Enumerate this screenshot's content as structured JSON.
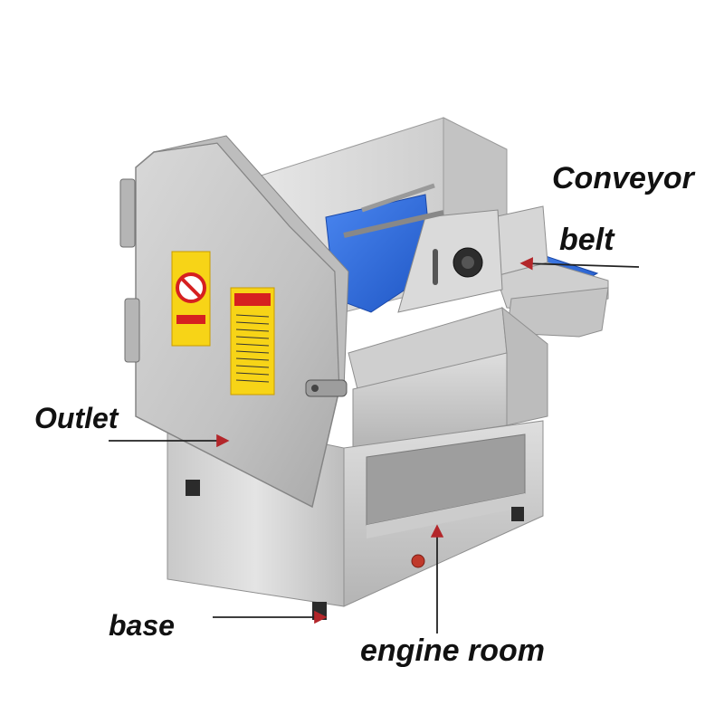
{
  "labels": {
    "conveyor": "Conveyor",
    "belt": "belt",
    "outlet": "Outlet",
    "base": "base",
    "engine_room": "engine room"
  },
  "colors": {
    "steel_light": "#dcdcdc",
    "steel_mid": "#b9b9b9",
    "steel_dark": "#8d8d8d",
    "belt_blue": "#2f6fe0",
    "warning_yellow": "#f7d417",
    "warning_red": "#d62020",
    "arrow_red": "#b3262a",
    "line_dark": "#222222"
  }
}
